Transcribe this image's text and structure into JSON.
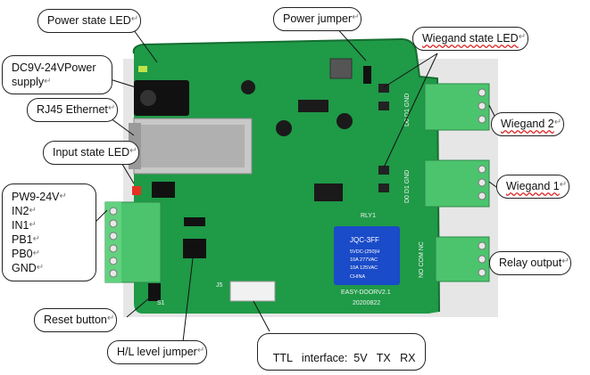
{
  "labels": {
    "power_state_led": "Power state LED",
    "power_supply_line1": "DC9V-24VPower",
    "power_supply_line2": "supply",
    "rj45": "RJ45 Ethernet",
    "input_state_led": "Input state LED",
    "power_jumper": "Power jumper",
    "wiegand_state_led": "Wiegand state LED",
    "wiegand2": "Wiegand 2",
    "wiegand1": "Wiegand 1",
    "relay_output": "Relay output",
    "reset_button": "Reset button",
    "hl_jumper": "H/L level jumper",
    "ttl_interface": "TTL   interface:  5V   TX   RX",
    "input_pins": [
      "PW9-24V",
      "IN2",
      "IN1",
      "PB1",
      "PB0",
      "GND"
    ]
  },
  "board_text": {
    "model": "EASY-DOORV2.1",
    "date": "20200822",
    "relay_brand": "JQC-3FF",
    "relay_line1": "5VDC-(250)H",
    "relay_line2": "10A 277VAC",
    "relay_line3": "10A 125VAC",
    "relay_country": "CHINA",
    "relay_conn": "NO COM NC",
    "rly": "RLY1",
    "w2_pins": "D0 D1 GND",
    "w1_pins": "D0 D1 GND",
    "j5": "J5",
    "s1": "S1"
  },
  "colors": {
    "pcb": "#1f9a47",
    "terminal": "#4cc46e",
    "callout_border": "#222222"
  }
}
